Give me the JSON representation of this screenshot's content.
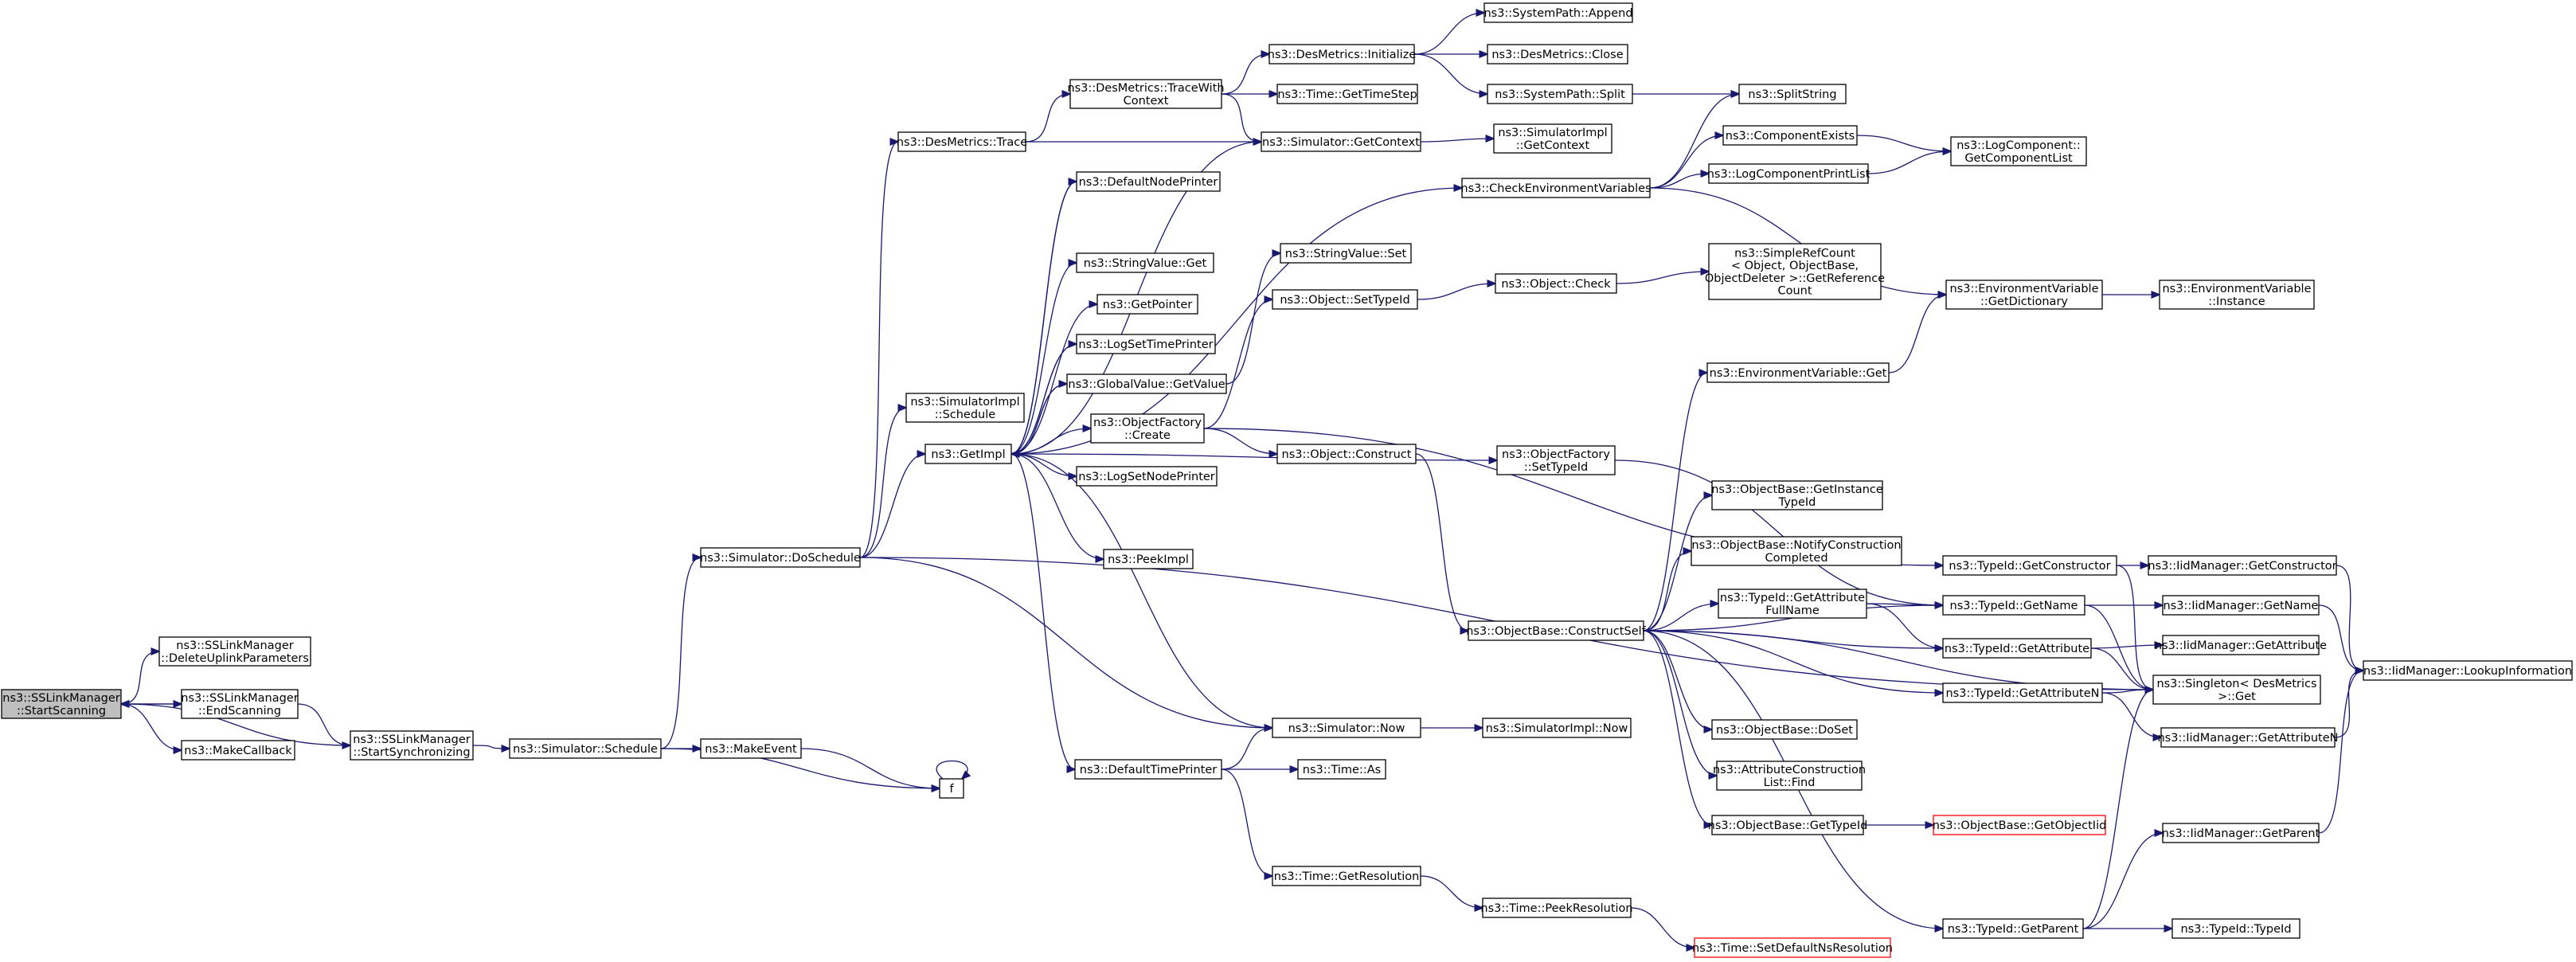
{
  "colors": {
    "edge": "#191970",
    "node_border": "#000000",
    "root_fill": "#bfbfbf",
    "truncated_border": "#ff0000",
    "background": "#ffffff"
  },
  "nodes": [
    {
      "id": "start",
      "lines": [
        "ns3::SSLinkManager",
        "::StartScanning"
      ],
      "root": true
    },
    {
      "id": "deluplink",
      "lines": [
        "ns3::SSLinkManager",
        "::DeleteUplinkParameters"
      ]
    },
    {
      "id": "endscan",
      "lines": [
        "ns3::SSLinkManager",
        "::EndScanning"
      ]
    },
    {
      "id": "makecb",
      "lines": [
        "ns3::MakeCallback"
      ]
    },
    {
      "id": "startsync",
      "lines": [
        "ns3::SSLinkManager",
        "::StartSynchronizing"
      ]
    },
    {
      "id": "schedule",
      "lines": [
        "ns3::Simulator::Schedule"
      ]
    },
    {
      "id": "doschedule",
      "lines": [
        "ns3::Simulator::DoSchedule"
      ]
    },
    {
      "id": "makeevent",
      "lines": [
        "ns3::MakeEvent"
      ]
    },
    {
      "id": "f",
      "lines": [
        "f"
      ]
    },
    {
      "id": "dmtrace",
      "lines": [
        "ns3::DesMetrics::Trace"
      ]
    },
    {
      "id": "simimplsched",
      "lines": [
        "ns3::SimulatorImpl",
        "::Schedule"
      ]
    },
    {
      "id": "getimpl",
      "lines": [
        "ns3::GetImpl"
      ]
    },
    {
      "id": "dmtracectx",
      "lines": [
        "ns3::DesMetrics::TraceWith",
        "Context"
      ]
    },
    {
      "id": "defnodeprinter",
      "lines": [
        "ns3::DefaultNodePrinter"
      ]
    },
    {
      "id": "strvalget",
      "lines": [
        "ns3::StringValue::Get"
      ]
    },
    {
      "id": "getpointer",
      "lines": [
        "ns3::GetPointer"
      ]
    },
    {
      "id": "logsettime",
      "lines": [
        "ns3::LogSetTimePrinter"
      ]
    },
    {
      "id": "gvgetvalue",
      "lines": [
        "ns3::GlobalValue::GetValue"
      ]
    },
    {
      "id": "ofcreate",
      "lines": [
        "ns3::ObjectFactory",
        "::Create"
      ]
    },
    {
      "id": "logsetnode",
      "lines": [
        "ns3::LogSetNodePrinter"
      ]
    },
    {
      "id": "peekimpl",
      "lines": [
        "ns3::PeekImpl"
      ]
    },
    {
      "id": "deftimeprinter",
      "lines": [
        "ns3::DefaultTimePrinter"
      ]
    },
    {
      "id": "simnow",
      "lines": [
        "ns3::Simulator::Now"
      ]
    },
    {
      "id": "timeas",
      "lines": [
        "ns3::Time::As"
      ]
    },
    {
      "id": "timegetres",
      "lines": [
        "ns3::Time::GetResolution"
      ]
    },
    {
      "id": "dminit",
      "lines": [
        "ns3::DesMetrics::Initialize"
      ]
    },
    {
      "id": "timegetstep",
      "lines": [
        "ns3::Time::GetTimeStep"
      ]
    },
    {
      "id": "simgetctx",
      "lines": [
        "ns3::Simulator::GetContext"
      ]
    },
    {
      "id": "strvalset",
      "lines": [
        "ns3::StringValue::Set"
      ]
    },
    {
      "id": "objsettypeid",
      "lines": [
        "ns3::Object::SetTypeId"
      ]
    },
    {
      "id": "objconstruct",
      "lines": [
        "ns3::Object::Construct"
      ]
    },
    {
      "id": "sysappend",
      "lines": [
        "ns3::SystemPath::Append"
      ]
    },
    {
      "id": "dmclose",
      "lines": [
        "ns3::DesMetrics::Close"
      ]
    },
    {
      "id": "syssplit",
      "lines": [
        "ns3::SystemPath::Split"
      ]
    },
    {
      "id": "simimplgetctx",
      "lines": [
        "ns3::SimulatorImpl",
        "::GetContext"
      ]
    },
    {
      "id": "checkenv",
      "lines": [
        "ns3::CheckEnvironmentVariables"
      ]
    },
    {
      "id": "objcheck",
      "lines": [
        "ns3::Object::Check"
      ]
    },
    {
      "id": "ofsettypeid",
      "lines": [
        "ns3::ObjectFactory",
        "::SetTypeId"
      ]
    },
    {
      "id": "obconstructself",
      "lines": [
        "ns3::ObjectBase::ConstructSelf"
      ]
    },
    {
      "id": "simimplnow",
      "lines": [
        "ns3::SimulatorImpl::Now"
      ]
    },
    {
      "id": "timepeekres",
      "lines": [
        "ns3::Time::PeekResolution"
      ]
    },
    {
      "id": "timesetdefns",
      "lines": [
        "ns3::Time::SetDefaultNsResolution"
      ],
      "truncated": true
    },
    {
      "id": "splitstring",
      "lines": [
        "ns3::SplitString"
      ]
    },
    {
      "id": "compexists",
      "lines": [
        "ns3::ComponentExists"
      ]
    },
    {
      "id": "logcompprint",
      "lines": [
        "ns3::LogComponentPrintList"
      ]
    },
    {
      "id": "srcgetrefcount",
      "lines": [
        "ns3::SimpleRefCount",
        "< Object, ObjectBase,",
        "ObjectDeleter >::GetReference",
        "Count"
      ]
    },
    {
      "id": "envget",
      "lines": [
        "ns3::EnvironmentVariable::Get"
      ]
    },
    {
      "id": "obgetinstance",
      "lines": [
        "ns3::ObjectBase::GetInstance",
        "TypeId"
      ]
    },
    {
      "id": "obnotify",
      "lines": [
        "ns3::ObjectBase::NotifyConstruction",
        "Completed"
      ]
    },
    {
      "id": "tigetattrfull",
      "lines": [
        "ns3::TypeId::GetAttribute",
        "FullName"
      ]
    },
    {
      "id": "obdoset",
      "lines": [
        "ns3::ObjectBase::DoSet"
      ]
    },
    {
      "id": "attrconstfind",
      "lines": [
        "ns3::AttributeConstruction",
        "List::Find"
      ]
    },
    {
      "id": "obgettypeid",
      "lines": [
        "ns3::ObjectBase::GetTypeId"
      ]
    },
    {
      "id": "obgetobjectiid",
      "lines": [
        "ns3::ObjectBase::GetObjectIid"
      ],
      "truncated": true
    },
    {
      "id": "lcgetlist",
      "lines": [
        "ns3::LogComponent::",
        "GetComponentList"
      ]
    },
    {
      "id": "envgetdict",
      "lines": [
        "ns3::EnvironmentVariable",
        "::GetDictionary"
      ]
    },
    {
      "id": "envinstance",
      "lines": [
        "ns3::EnvironmentVariable",
        "::Instance"
      ]
    },
    {
      "id": "tigetconstructor",
      "lines": [
        "ns3::TypeId::GetConstructor"
      ]
    },
    {
      "id": "tigetname",
      "lines": [
        "ns3::TypeId::GetName"
      ]
    },
    {
      "id": "tigetattr",
      "lines": [
        "ns3::TypeId::GetAttribute"
      ]
    },
    {
      "id": "tigetattrn",
      "lines": [
        "ns3::TypeId::GetAttributeN"
      ]
    },
    {
      "id": "tigetparent",
      "lines": [
        "ns3::TypeId::GetParent"
      ]
    },
    {
      "id": "iidgetconstructor",
      "lines": [
        "ns3::IidManager::GetConstructor"
      ]
    },
    {
      "id": "iidgetname",
      "lines": [
        "ns3::IidManager::GetName"
      ]
    },
    {
      "id": "iidgetattr",
      "lines": [
        "ns3::IidManager::GetAttribute"
      ]
    },
    {
      "id": "singletonget",
      "lines": [
        "ns3::Singleton< DesMetrics",
        " >::Get"
      ]
    },
    {
      "id": "iidgetattrn",
      "lines": [
        "ns3::IidManager::GetAttributeN"
      ]
    },
    {
      "id": "iidgetparent",
      "lines": [
        "ns3::IidManager::GetParent"
      ]
    },
    {
      "id": "titypeid",
      "lines": [
        "ns3::TypeId::TypeId"
      ]
    },
    {
      "id": "iidlookup",
      "lines": [
        "ns3::IidManager::LookupInformation"
      ]
    }
  ],
  "edges": [
    [
      "start",
      "deluplink"
    ],
    [
      "start",
      "endscan"
    ],
    [
      "start",
      "makecb"
    ],
    [
      "endscan",
      "start"
    ],
    [
      "endscan",
      "startsync"
    ],
    [
      "startsync",
      "start"
    ],
    [
      "startsync",
      "schedule"
    ],
    [
      "schedule",
      "doschedule"
    ],
    [
      "schedule",
      "makeevent"
    ],
    [
      "schedule",
      "f"
    ],
    [
      "makeevent",
      "f"
    ],
    [
      "f",
      "f"
    ],
    [
      "doschedule",
      "dmtrace"
    ],
    [
      "doschedule",
      "simimplsched"
    ],
    [
      "doschedule",
      "getimpl"
    ],
    [
      "doschedule",
      "simnow"
    ],
    [
      "doschedule",
      "singletonget"
    ],
    [
      "dmtrace",
      "dmtracectx"
    ],
    [
      "dmtrace",
      "simgetctx"
    ],
    [
      "dmtracectx",
      "dminit"
    ],
    [
      "dmtracectx",
      "timegetstep"
    ],
    [
      "dmtracectx",
      "simgetctx"
    ],
    [
      "dminit",
      "sysappend"
    ],
    [
      "dminit",
      "dmclose"
    ],
    [
      "dminit",
      "syssplit"
    ],
    [
      "syssplit",
      "splitstring"
    ],
    [
      "simgetctx",
      "getimpl"
    ],
    [
      "simgetctx",
      "simimplgetctx"
    ],
    [
      "getimpl",
      "defnodeprinter"
    ],
    [
      "getimpl",
      "strvalget"
    ],
    [
      "getimpl",
      "getpointer"
    ],
    [
      "getimpl",
      "logsettime"
    ],
    [
      "getimpl",
      "gvgetvalue"
    ],
    [
      "getimpl",
      "ofcreate"
    ],
    [
      "getimpl",
      "logsetnode"
    ],
    [
      "getimpl",
      "peekimpl"
    ],
    [
      "getimpl",
      "deftimeprinter"
    ],
    [
      "getimpl",
      "checkenv"
    ],
    [
      "getimpl",
      "ofsettypeid"
    ],
    [
      "defnodeprinter",
      "getimpl"
    ],
    [
      "logsettime",
      "getimpl"
    ],
    [
      "gvgetvalue",
      "getimpl"
    ],
    [
      "simnow",
      "getimpl"
    ],
    [
      "simnow",
      "simimplnow"
    ],
    [
      "deftimeprinter",
      "simnow"
    ],
    [
      "deftimeprinter",
      "timeas"
    ],
    [
      "deftimeprinter",
      "timegetres"
    ],
    [
      "timegetres",
      "timepeekres"
    ],
    [
      "timepeekres",
      "timesetdefns"
    ],
    [
      "ofcreate",
      "objsettypeid"
    ],
    [
      "ofcreate",
      "objconstruct"
    ],
    [
      "ofcreate",
      "tigetconstructor"
    ],
    [
      "gvgetvalue",
      "strvalset"
    ],
    [
      "objsettypeid",
      "objcheck"
    ],
    [
      "objcheck",
      "srcgetrefcount"
    ],
    [
      "objconstruct",
      "obconstructself"
    ],
    [
      "ofsettypeid",
      "tigetname"
    ],
    [
      "checkenv",
      "splitstring"
    ],
    [
      "checkenv",
      "compexists"
    ],
    [
      "checkenv",
      "logcompprint"
    ],
    [
      "checkenv",
      "envgetdict"
    ],
    [
      "compexists",
      "lcgetlist"
    ],
    [
      "logcompprint",
      "lcgetlist"
    ],
    [
      "envgetdict",
      "envinstance"
    ],
    [
      "envget",
      "envgetdict"
    ],
    [
      "obconstructself",
      "envget"
    ],
    [
      "obconstructself",
      "obgetinstance"
    ],
    [
      "obconstructself",
      "obnotify"
    ],
    [
      "obconstructself",
      "tigetattrfull"
    ],
    [
      "obconstructself",
      "obdoset"
    ],
    [
      "obconstructself",
      "attrconstfind"
    ],
    [
      "obconstructself",
      "obgettypeid"
    ],
    [
      "obconstructself",
      "tigetname"
    ],
    [
      "obconstructself",
      "tigetattr"
    ],
    [
      "obconstructself",
      "tigetattrn"
    ],
    [
      "obconstructself",
      "tigetparent"
    ],
    [
      "obconstructself",
      "singletonget"
    ],
    [
      "tigetattrfull",
      "tigetname"
    ],
    [
      "tigetattrfull",
      "tigetattr"
    ],
    [
      "obgettypeid",
      "obgetobjectiid"
    ],
    [
      "tigetconstructor",
      "iidgetconstructor"
    ],
    [
      "tigetconstructor",
      "singletonget"
    ],
    [
      "tigetname",
      "iidgetname"
    ],
    [
      "tigetname",
      "singletonget"
    ],
    [
      "tigetattr",
      "iidgetattr"
    ],
    [
      "tigetattr",
      "singletonget"
    ],
    [
      "tigetattrn",
      "iidgetattrn"
    ],
    [
      "tigetattrn",
      "singletonget"
    ],
    [
      "tigetparent",
      "iidgetparent"
    ],
    [
      "tigetparent",
      "titypeid"
    ],
    [
      "tigetparent",
      "singletonget"
    ],
    [
      "iidgetconstructor",
      "iidlookup"
    ],
    [
      "iidgetname",
      "iidlookup"
    ],
    [
      "iidgetattrn",
      "iidlookup"
    ],
    [
      "iidgetparent",
      "iidlookup"
    ]
  ]
}
